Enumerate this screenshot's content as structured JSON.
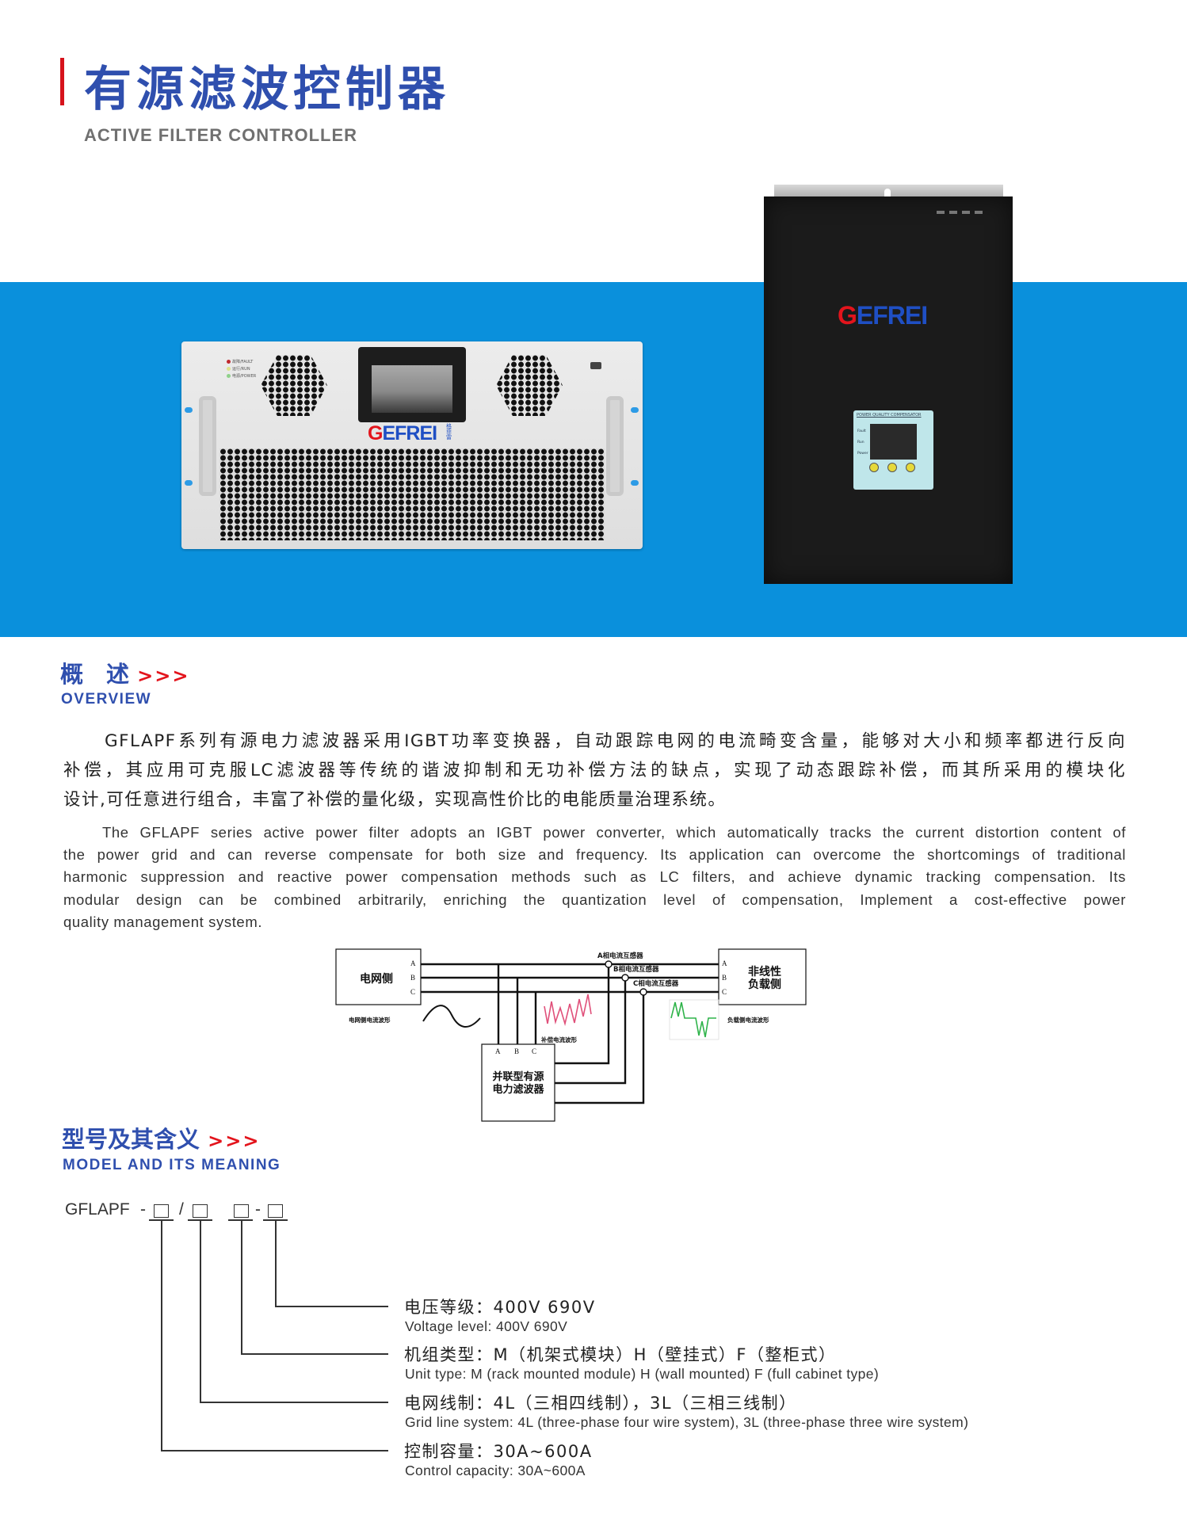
{
  "header": {
    "title": "有源滤波控制器",
    "subtitle": "ACTIVE FILTER CONTROLLER"
  },
  "brand": {
    "logo": "GEFREI",
    "logo_cn": "格菲雷",
    "colors": {
      "blue": "#2f4fae",
      "red": "#d6131b",
      "band": "#0a90dc"
    }
  },
  "rack_unit": {
    "leds": [
      "故障/FAULT",
      "运行/RUN",
      "电源/POWER"
    ]
  },
  "wall_unit": {
    "panel_title": "POWER QUALITY COMPENSATOR",
    "leds": [
      "Fault",
      "Run",
      "Power"
    ]
  },
  "overview": {
    "heading_cn": "概　述",
    "chevrons": ">>>",
    "heading_en": "OVERVIEW",
    "cn_lines": [
      "GFLAPF系列有源电力滤波器采用IGBT功率变换器，自动跟踪电网的电流畸变含量，能够对大小和频率都进行反向",
      "补偿，其应用可克服LC滤波器等传统的谐波抑制和无功补偿方法的缺点，实现了动态跟踪补偿，而其所采用的模块化",
      "设计,可任意进行组合，丰富了补偿的量化级，实现高性价比的电能质量治理系统。"
    ],
    "en_lines": [
      "The GFLAPF series active power filter adopts an IGBT power converter, which automatically tracks the current distortion content of",
      "the power grid and can reverse compensate for both size and frequency. Its application can overcome the shortcomings of traditional",
      "harmonic suppression and reactive power compensation methods such as LC filters, and achieve dynamic tracking compensation. Its",
      "modular design can be combined arbitrarily, enriching the quantization level of compensation, Implement a cost-effective power",
      "quality management system."
    ]
  },
  "diagram": {
    "grid_side": "电网侧",
    "load_side_1": "非线性",
    "load_side_2": "负载侧",
    "phases": [
      "A",
      "B",
      "C"
    ],
    "ct_a": "A相电流互感器",
    "ct_b": "B相电流互感器",
    "ct_c": "C相电流互感器",
    "grid_wave": "电网侧电流波形",
    "comp_wave": "补偿电流波形",
    "load_wave": "负载侧电流波形",
    "filter_1": "并联型有源",
    "filter_2": "电力滤波器"
  },
  "model": {
    "heading_cn": "型号及其含义",
    "chevrons": ">>>",
    "heading_en": "MODEL AND ITS MEANING",
    "prefix": "GFLAPF",
    "dash": "-",
    "slash": "/",
    "items": [
      {
        "cn": "电压等级：400V  690V",
        "en": "Voltage level: 400V 690V"
      },
      {
        "cn": "机组类型：M（机架式模块）H（壁挂式）F（整柜式）",
        "en": "Unit type: M (rack mounted module) H (wall mounted) F (full cabinet type)"
      },
      {
        "cn": "电网线制：4L（三相四线制），3L（三相三线制）",
        "en": "Grid line system: 4L (three-phase four wire system), 3L (three-phase three wire system)"
      },
      {
        "cn": "控制容量：30A~600A",
        "en": "Control capacity: 30A~600A"
      }
    ]
  }
}
